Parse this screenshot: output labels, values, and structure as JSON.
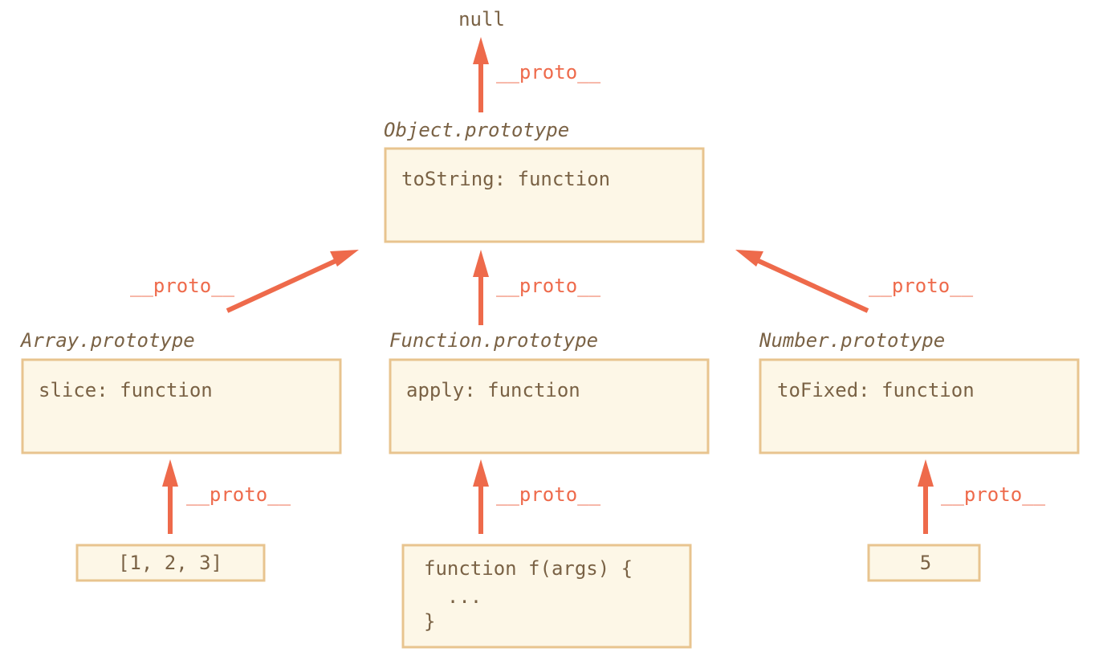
{
  "null_label": "null",
  "proto_label": "__proto__",
  "object_prototype": {
    "label": "Object.prototype",
    "content": "toString: function"
  },
  "array_prototype": {
    "label": "Array.prototype",
    "content": "slice: function"
  },
  "function_prototype": {
    "label": "Function.prototype",
    "content": "apply: function"
  },
  "number_prototype": {
    "label": "Number.prototype",
    "content": "toFixed: function"
  },
  "array_instance": {
    "content": "[1, 2, 3]"
  },
  "function_instance": {
    "lines": [
      "function f(args) {",
      "  ...",
      "}"
    ]
  },
  "number_instance": {
    "content": "5"
  },
  "colors": {
    "arrow": "#ee6a4b",
    "box_fill": "#fdf7e7",
    "box_border": "#e8c48f",
    "text": "#7a6245"
  }
}
